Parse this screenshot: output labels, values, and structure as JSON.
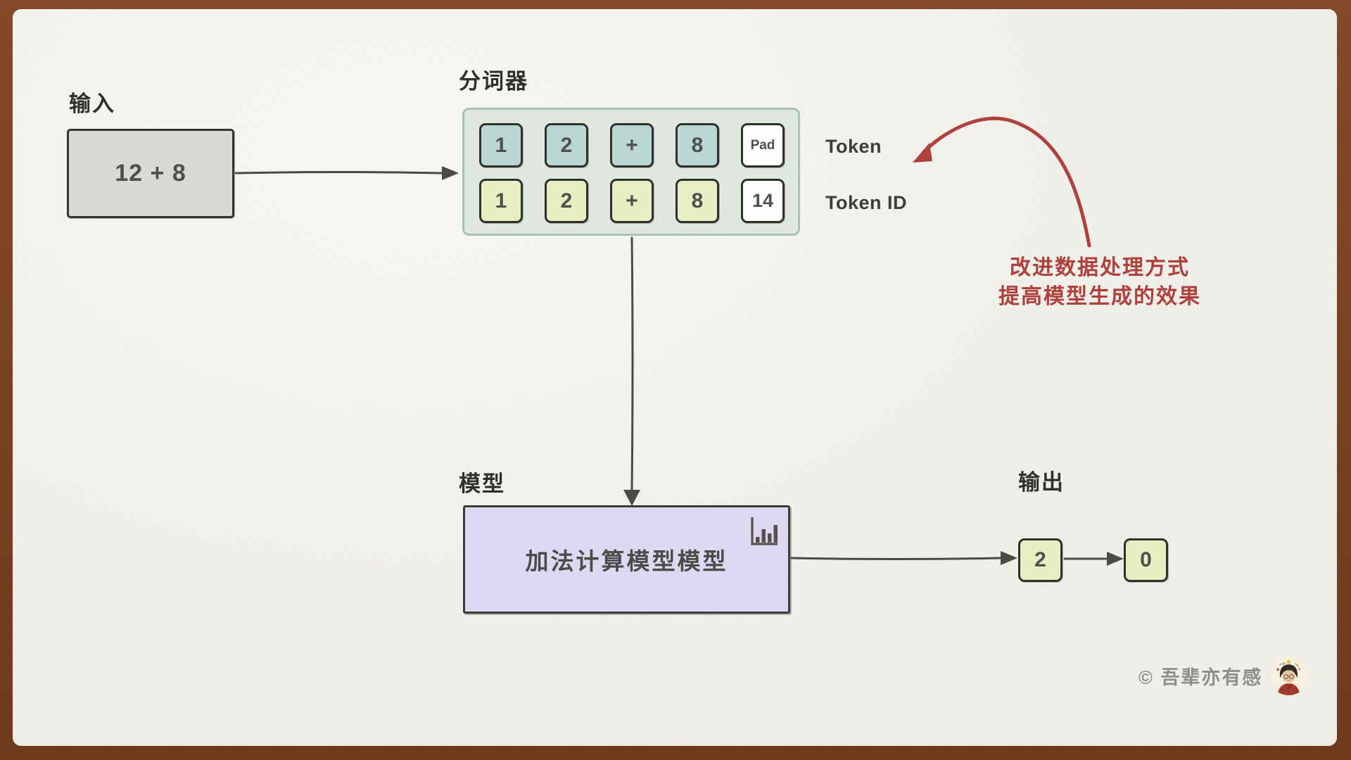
{
  "colors": {
    "frame_brown": "#7a4322",
    "paper": "#f1efe9",
    "arrow_ink": "#4a4a46",
    "input_box_fill": "#d9d8d5",
    "tokenizer_panel_fill": "#dfe7df",
    "tokenizer_panel_border": "#a9c2b2",
    "token_cell_fill": "#bad7d4",
    "token_id_cell_fill": "#e9edc4",
    "white_cell_fill": "#fefefe",
    "model_box_fill": "#ded8f3",
    "output_box_fill": "#e9edc4",
    "annotation_red": "#ae413d",
    "copyright_gray": "#8f8e89"
  },
  "input": {
    "label": "输入",
    "value": "12 + 8"
  },
  "tokenizer": {
    "label": "分词器",
    "rows": [
      {
        "label": "Token",
        "cells": [
          "1",
          "2",
          "+",
          "8",
          "Pad"
        ]
      },
      {
        "label": "Token ID",
        "cells": [
          "1",
          "2",
          "+",
          "8",
          "14"
        ]
      }
    ]
  },
  "annotation": {
    "line1": "改进数据处理方式",
    "line2": "提高模型生成的效果"
  },
  "model": {
    "label": "模型",
    "name": "加法计算模型模型"
  },
  "output": {
    "label": "输出",
    "first": "2",
    "second": "0"
  },
  "footer": {
    "copyright": "© 吾辈亦有感"
  }
}
